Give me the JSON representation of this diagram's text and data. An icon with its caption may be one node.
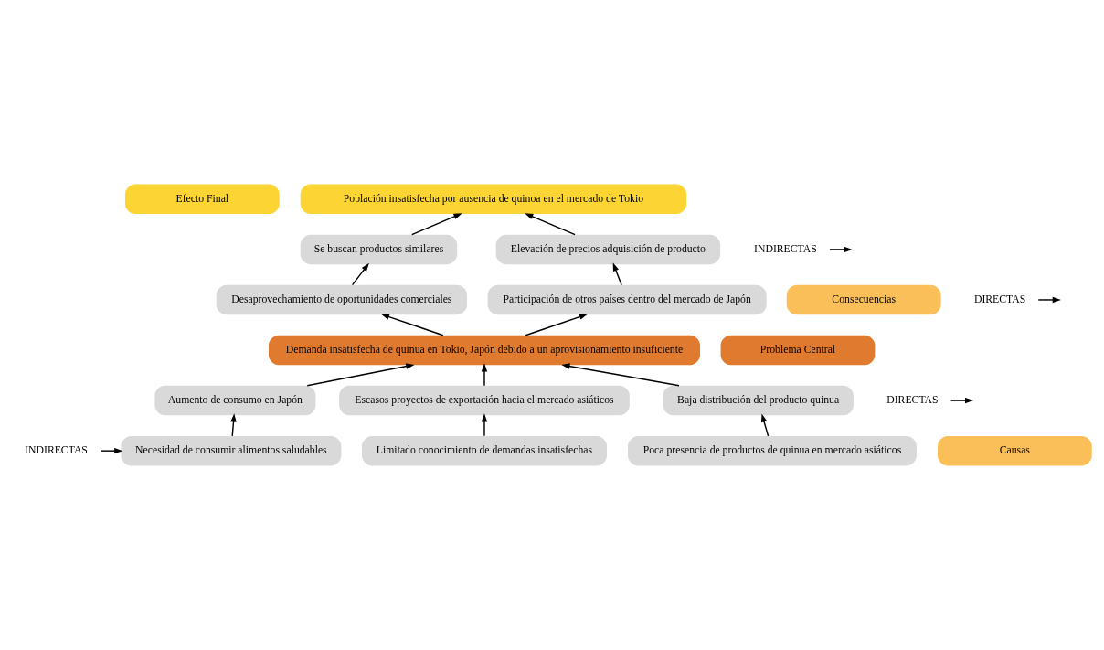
{
  "diagram": {
    "nodes": [
      {
        "text": [
          "Efecto Final"
        ]
      },
      {
        "text": [
          "Población insatisfecha por ausencia de quinoa en el mercado de Tokio"
        ]
      },
      {
        "text": [
          "INDIRECTAS"
        ]
      },
      {
        "text": [
          "Se buscan productos similares"
        ]
      },
      {
        "text": [
          "Elevación de precios adquisición de producto"
        ]
      },
      {
        "text": [
          "Consecuencias"
        ]
      },
      {
        "text": [
          "DIRECTAS"
        ]
      },
      {
        "text": [
          "Desaprovechamiento de oportunidades comerciales"
        ]
      },
      {
        "text": [
          "Participación de otros países dentro del mercado de Japón"
        ]
      },
      {
        "text": [
          "Problema Central"
        ]
      },
      {
        "text": [
          "Demanda insatisfecha de quinua en Tokio, Japón debido a un aprovisionamiento insuficiente"
        ]
      },
      {
        "text": [
          "DIRECTAS"
        ]
      },
      {
        "text": [
          "Aumento de consumo en Japón"
        ]
      },
      {
        "text": [
          "Escasos proyectos de exportación hacia el mercado asiáticos"
        ]
      },
      {
        "text": [
          "Baja distribución del producto quinua"
        ]
      },
      {
        "text": [
          "Causas"
        ]
      },
      {
        "text": [
          "INDIRECTAS"
        ]
      },
      {
        "text": [
          "Necesidad de consumir alimentos saludables"
        ]
      },
      {
        "text": [
          "Limitado conocimiento de demandas insatisfechas"
        ]
      },
      {
        "text": [
          "Poca presencia de productos de quinua en mercado asiáticos"
        ]
      }
    ],
    "edges": [
      {
        "from": 2,
        "to": null,
        "arrow": "to"
      },
      {
        "from": 6,
        "to": null,
        "arrow": "to"
      },
      {
        "from": 11,
        "to": null,
        "arrow": "to"
      },
      {
        "from": 16,
        "to": 17,
        "arrow": "to"
      },
      {
        "from": 3,
        "to": 1,
        "arrow": "to"
      },
      {
        "from": 4,
        "to": 1,
        "arrow": "to"
      },
      {
        "from": 7,
        "to": 3,
        "arrow": "to"
      },
      {
        "from": 8,
        "to": 4,
        "arrow": "to"
      },
      {
        "from": 10,
        "to": 7,
        "arrow": "to"
      },
      {
        "from": 10,
        "to": 8,
        "arrow": "to"
      },
      {
        "from": 12,
        "to": 10,
        "arrow": "to"
      },
      {
        "from": 13,
        "to": 10,
        "arrow": "to"
      },
      {
        "from": 14,
        "to": 10,
        "arrow": "to"
      },
      {
        "from": 17,
        "to": 12,
        "arrow": "to"
      },
      {
        "from": 18,
        "to": 13,
        "arrow": "to"
      },
      {
        "from": 19,
        "to": 14,
        "arrow": "to"
      }
    ]
  }
}
